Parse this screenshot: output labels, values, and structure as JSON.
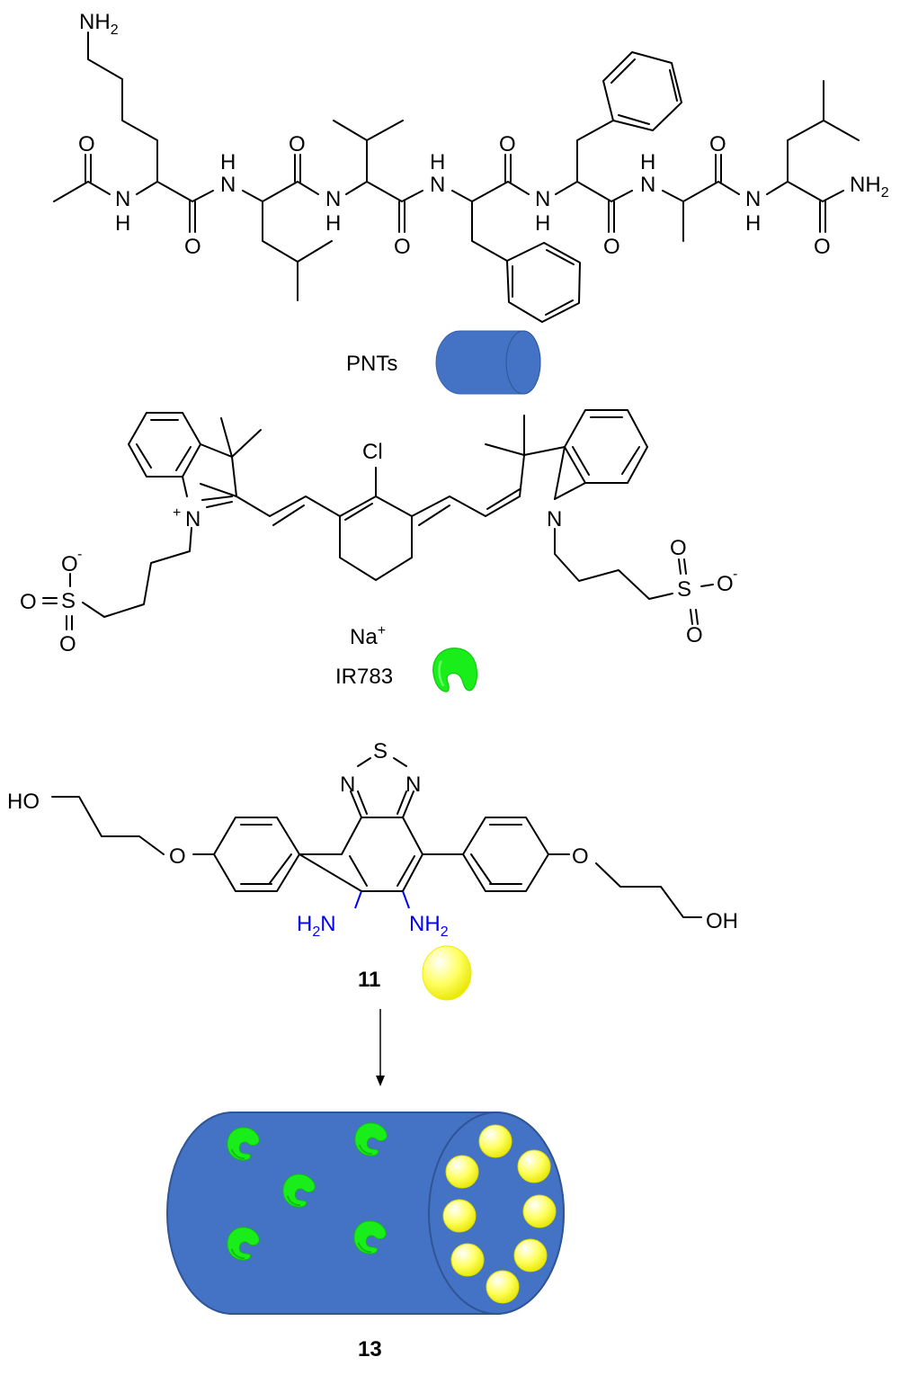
{
  "figure": {
    "peptide": {
      "label": "PNTs",
      "amine_top": "NH2",
      "amide_end": "NH2",
      "atoms": {
        "N": "N",
        "H": "H",
        "O": "O"
      }
    },
    "ir783": {
      "label": "IR783",
      "counterion": "Na",
      "counterion_charge": "+",
      "chloro": "Cl",
      "nitrogen": "N",
      "n_charge": "+",
      "sulfur": "S",
      "oxygen": "O",
      "o_charge": "-"
    },
    "compound11": {
      "label": "11",
      "hydroxyl_left": "HO",
      "hydroxyl_right": "OH",
      "ether_o": "O",
      "thiadiazole_s": "S",
      "thiadiazole_n": "N",
      "amine_left": "H2N",
      "amine_right": "NH2"
    },
    "product": {
      "label": "13"
    },
    "colors": {
      "tube_blue": "#4472c4",
      "tube_edge": "#2f5597",
      "dye_green": "#1aff1a",
      "sphere_yellow": "#ffff00",
      "amine_blue": "#0000ee"
    }
  }
}
